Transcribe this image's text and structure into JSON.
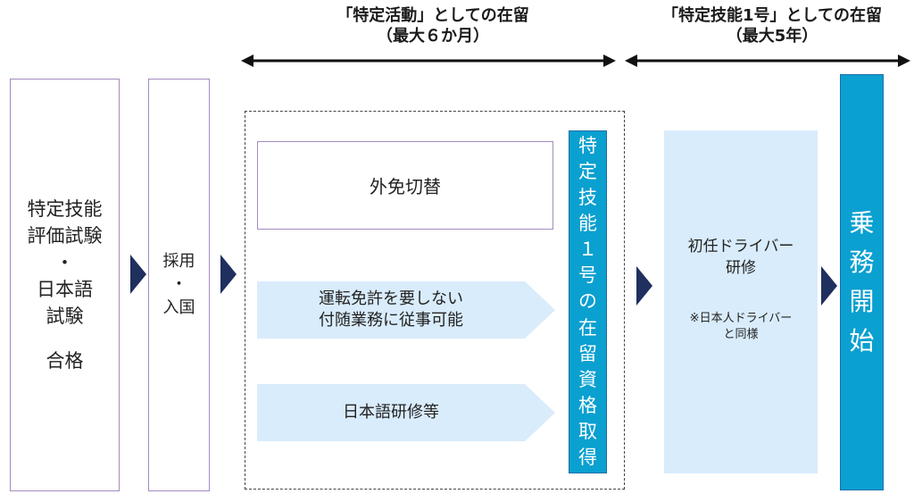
{
  "headers": {
    "specified_activity": [
      "「特定活動」としての在留",
      "（最大６か月）"
    ],
    "ssw1": [
      "「特定技能1号」としての在留",
      "（最大5年）"
    ]
  },
  "steps": {
    "exam": [
      "特定技能",
      "評価試験",
      "・",
      "日本語",
      "試験",
      "",
      "合格"
    ],
    "hire": [
      "採用",
      "・",
      "入国"
    ],
    "license": "外免切替",
    "incidental_work": [
      "運転免許を要しない",
      "付随業務に従事可能"
    ],
    "japanese_training": "日本語研修等",
    "acquire_status": [
      "特",
      "定",
      "技",
      "能",
      "１",
      "号",
      "の",
      "在",
      "留",
      "資",
      "格",
      "取",
      "得"
    ],
    "driver_training": [
      "初任ドライバー",
      "研修"
    ],
    "driver_note": [
      "※日本人ドライバー",
      "と同様"
    ],
    "start_work": [
      "乗",
      "務",
      "開",
      "始"
    ]
  },
  "colors": {
    "purple_border": "#a58bbf",
    "light_blue": "#d9ecfb",
    "strong_blue": "#0aa0d0",
    "chevron_navy": "#1f2f5e"
  }
}
